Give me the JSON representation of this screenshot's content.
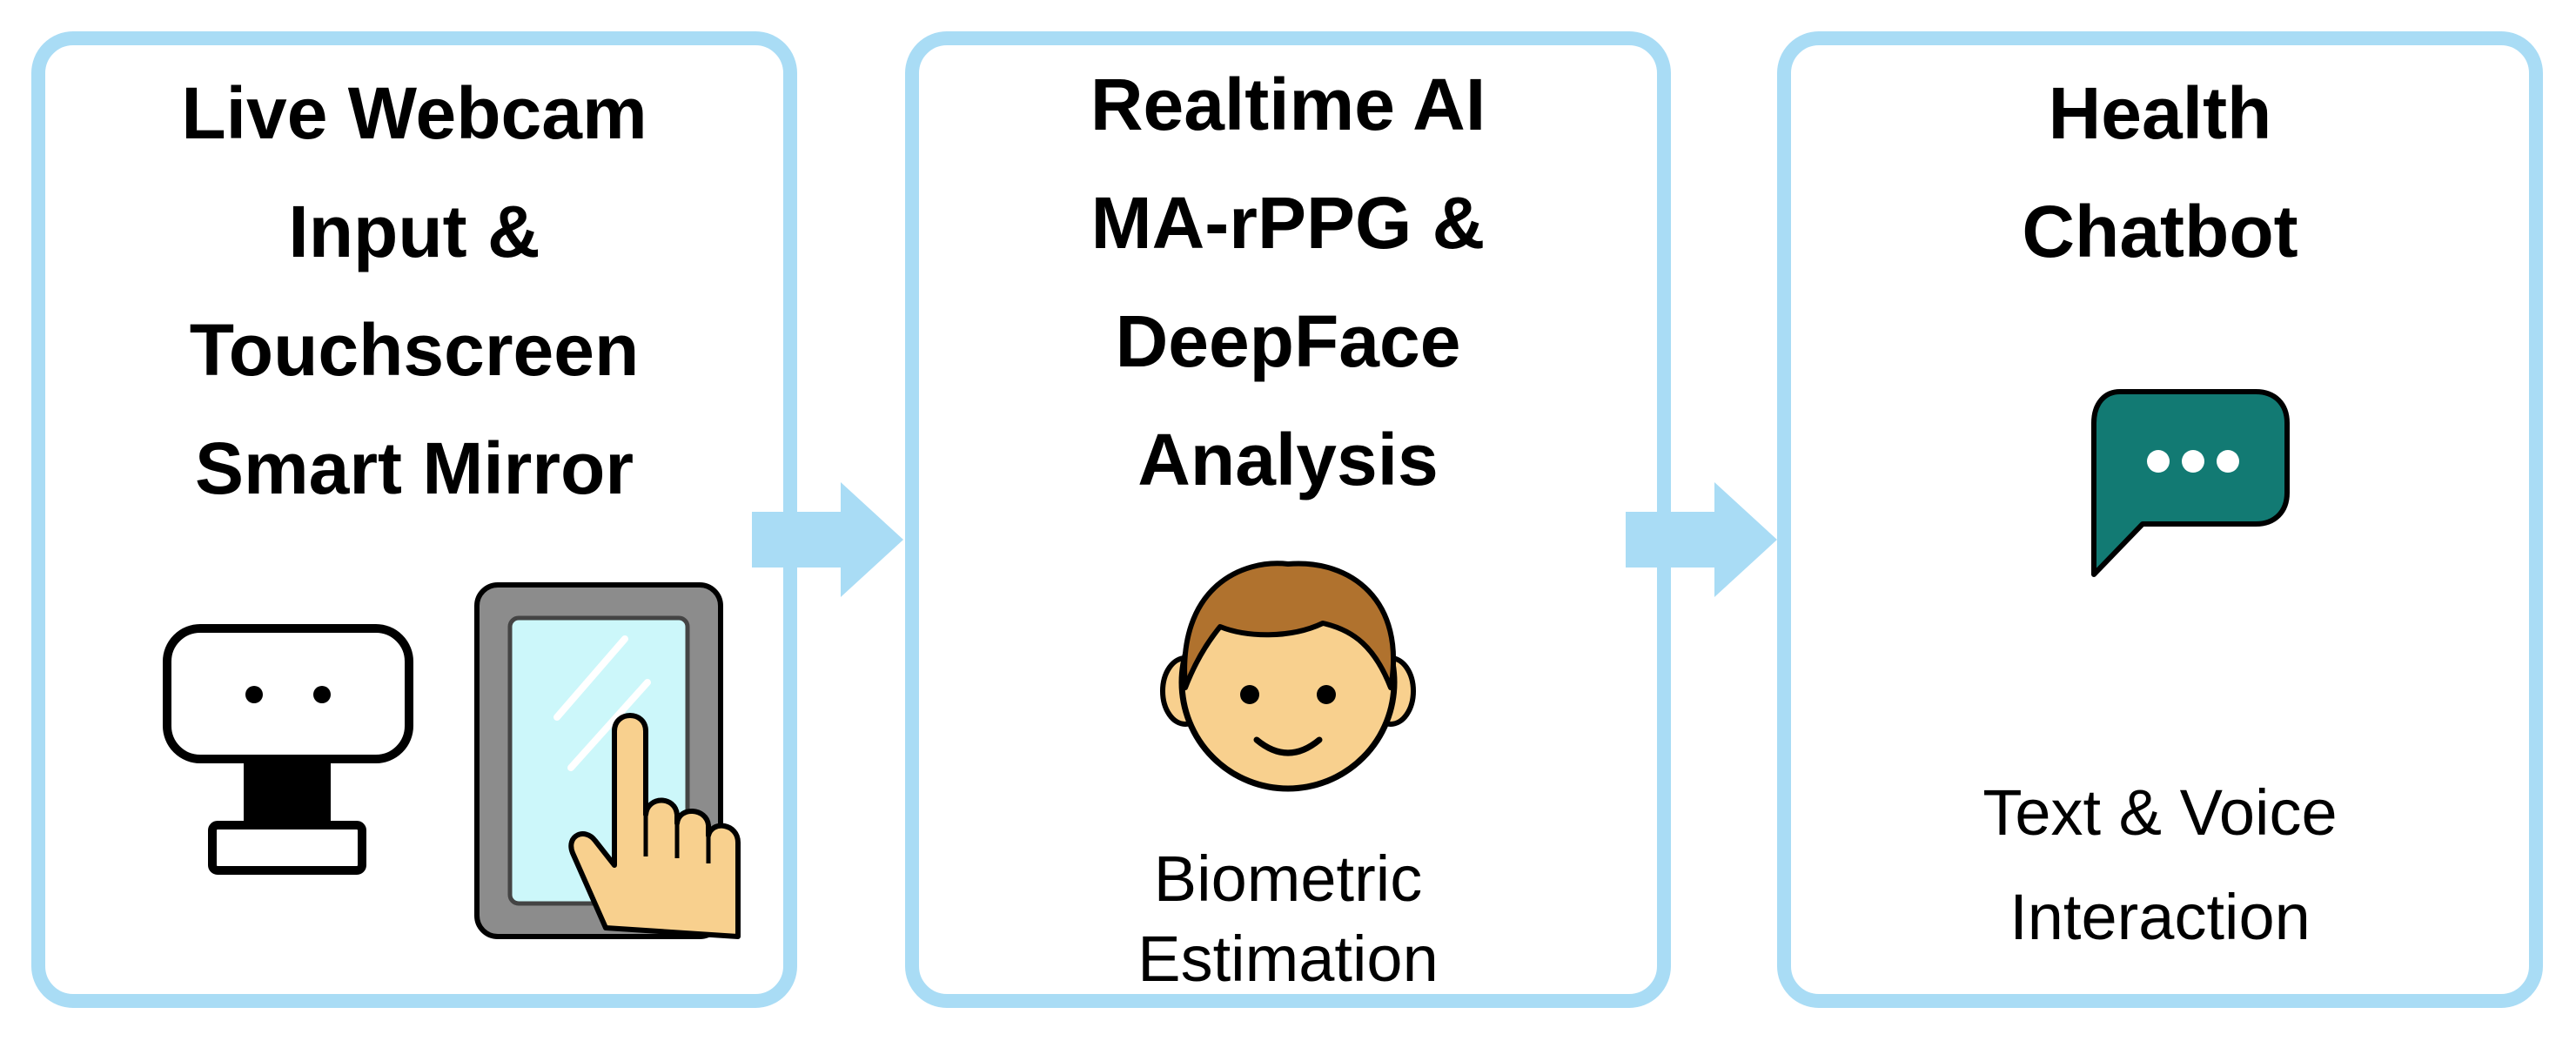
{
  "steps": [
    {
      "title_lines": [
        "Live Webcam",
        "Input &",
        "Touchscreen",
        "Smart Mirror"
      ],
      "icons": [
        "webcam-icon",
        "touch-tablet-icon"
      ]
    },
    {
      "title_lines": [
        "Realtime AI",
        "MA-rPPG &",
        "DeepFace",
        "Analysis"
      ],
      "caption_lines": [
        "Biometric",
        "Estimation"
      ],
      "icons": [
        "face-icon"
      ]
    },
    {
      "title_lines": [
        "Health",
        "Chatbot"
      ],
      "caption_lines": [
        "Text & Voice",
        "Interaction"
      ],
      "icons": [
        "chat-bubble-icon"
      ]
    }
  ],
  "colors": {
    "box_border": "#a9dcf5",
    "arrow": "#a9dcf5",
    "chat_bubble": "#127a73",
    "face_skin": "#f8d08e",
    "face_hair": "#b0722e",
    "hand_skin": "#f8d08e",
    "screen": "#ccf7fa"
  }
}
